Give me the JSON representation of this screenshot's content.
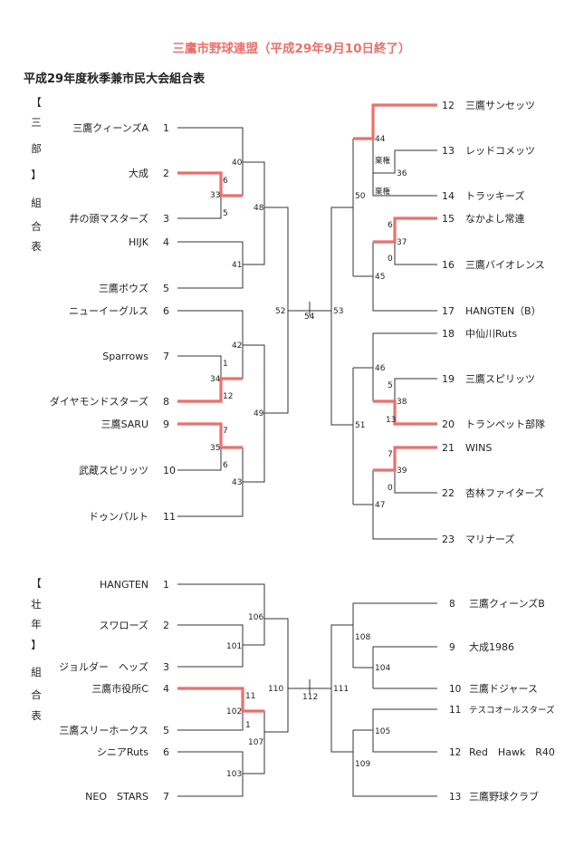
{
  "header": {
    "title": "三鷹市野球連盟（平成29年9月10日終了）",
    "subtitle": "平成29年度秋季兼市民大会組合表"
  },
  "colors": {
    "winner": "#e8716c",
    "line": "#333333",
    "title": "#e8716c"
  },
  "division1": {
    "side_label": [
      "【",
      "三",
      "部",
      "】",
      "組",
      "合",
      "表"
    ],
    "left_teams": [
      {
        "name": "三鷹クィーンズA",
        "no": "1"
      },
      {
        "name": "大成",
        "no": "2"
      },
      {
        "name": "井の頭マスターズ",
        "no": "3"
      },
      {
        "name": "HIJK",
        "no": "4"
      },
      {
        "name": "三鷹ボウズ",
        "no": "5"
      },
      {
        "name": "ニューイーグルス",
        "no": "6"
      },
      {
        "name": "Sparrows",
        "no": "7"
      },
      {
        "name": "ダイヤモンドスターズ",
        "no": "8"
      },
      {
        "name": "三鷹SARU",
        "no": "9"
      },
      {
        "name": "武蔵スピリッツ",
        "no": "10"
      },
      {
        "name": "ドゥンパルト",
        "no": "11"
      }
    ],
    "right_teams": [
      {
        "no": "12",
        "name": "三鷹サンセッツ"
      },
      {
        "no": "13",
        "name": "レッドコメッツ"
      },
      {
        "no": "14",
        "name": "トラッキーズ"
      },
      {
        "no": "15",
        "name": "なかよし常連"
      },
      {
        "no": "16",
        "name": "三鷹バイオレンス"
      },
      {
        "no": "17",
        "name": "HANGTEN（B）"
      },
      {
        "no": "18",
        "name": "中仙川Ruts"
      },
      {
        "no": "19",
        "name": "三鷹スピリッツ"
      },
      {
        "no": "20",
        "name": "トランペット部隊"
      },
      {
        "no": "21",
        "name": "WINS"
      },
      {
        "no": "22",
        "name": "杏林ファイターズ"
      },
      {
        "no": "23",
        "name": "マリナーズ"
      }
    ],
    "game_numbers": [
      "33",
      "40",
      "41",
      "48",
      "34",
      "42",
      "35",
      "43",
      "49",
      "52",
      "54",
      "53",
      "44",
      "36",
      "50",
      "37",
      "45",
      "46",
      "38",
      "39",
      "47",
      "51"
    ],
    "scores": [
      "6",
      "5",
      "1",
      "12",
      "7",
      "6",
      "6",
      "0",
      "5",
      "13",
      "7",
      "0"
    ],
    "forfeit": [
      "棄権",
      "棄権"
    ]
  },
  "division2": {
    "side_label": [
      "【",
      "壮",
      "年",
      "】",
      "組",
      "合",
      "表"
    ],
    "left_teams": [
      {
        "name": "HANGTEN",
        "no": "1"
      },
      {
        "name": "スワローズ",
        "no": "2"
      },
      {
        "name": "ジョルダー　ヘッズ",
        "no": "3"
      },
      {
        "name": "三鷹市役所C",
        "no": "4"
      },
      {
        "name": "三鷹スリーホークス",
        "no": "5"
      },
      {
        "name": "シニアRuts",
        "no": "6"
      },
      {
        "name": "NEO　STARS",
        "no": "7"
      }
    ],
    "right_teams": [
      {
        "no": "8",
        "name": "三鷹クィーンズB"
      },
      {
        "no": "9",
        "name": "大成1986"
      },
      {
        "no": "10",
        "name": "三鷹ドジャース"
      },
      {
        "no": "11",
        "name": "テスコオールスターズ"
      },
      {
        "no": "12",
        "name": "Red　Hawk　R40"
      },
      {
        "no": "13",
        "name": "三鷹野球クラブ"
      }
    ],
    "game_numbers": [
      "101",
      "106",
      "102",
      "103",
      "107",
      "110",
      "112",
      "111",
      "104",
      "108",
      "105",
      "109"
    ],
    "scores": [
      "11",
      "1"
    ]
  }
}
